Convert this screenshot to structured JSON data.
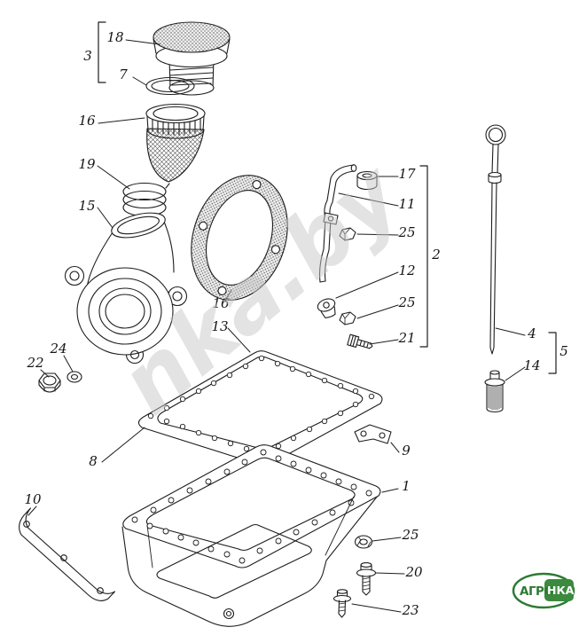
{
  "watermark": "nka.by",
  "logo": {
    "left": "АГРО",
    "right": "НКА"
  },
  "callouts": {
    "c18": "18",
    "c3": "3",
    "c7": "7",
    "c16_strainer": "16",
    "c19": "19",
    "c15": "15",
    "c17": "17",
    "c11": "11",
    "c25_upper": "25",
    "c2": "2",
    "c12": "12",
    "c16_gasket": "16",
    "c25_middle": "25",
    "c13": "13",
    "c21": "21",
    "c4": "4",
    "c5": "5",
    "c22": "22",
    "c24": "24",
    "c14": "14",
    "c9": "9",
    "c8": "8",
    "c1": "1",
    "c10": "10",
    "c25_washer": "25",
    "c20": "20",
    "c23": "23"
  }
}
